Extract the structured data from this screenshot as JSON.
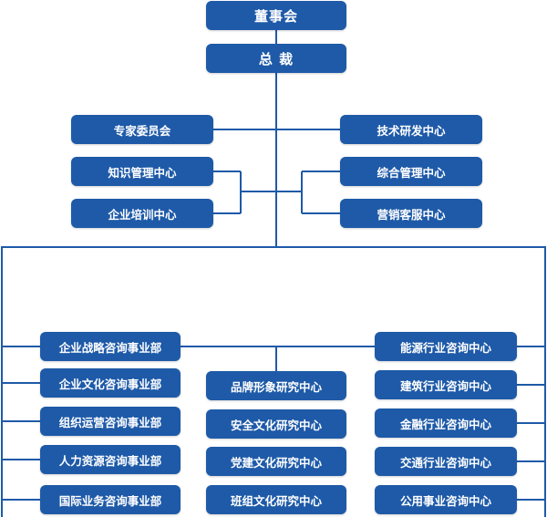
{
  "colors": {
    "box": "#1e5aa8",
    "line": "#1e5aa8",
    "text": "#ffffff"
  },
  "board": "董事会",
  "president": "总 裁",
  "staff_left": [
    "专家委员会",
    "知识管理中心",
    "企业培训中心"
  ],
  "staff_right": [
    "技术研发中心",
    "综合管理中心",
    "营销客服中心"
  ],
  "business_left": [
    "企业战略咨询事业部",
    "企业文化咨询事业部",
    "组织运营咨询事业部",
    "人力资源咨询事业部",
    "国际业务咨询事业部"
  ],
  "research_center": [
    "品牌形象研究中心",
    "安全文化研究中心",
    "党建文化研究中心",
    "班组文化研究中心"
  ],
  "industry_right": [
    "能源行业咨询中心",
    "建筑行业咨询中心",
    "金融行业咨询中心",
    "交通行业咨询中心",
    "公用事业咨询中心"
  ]
}
